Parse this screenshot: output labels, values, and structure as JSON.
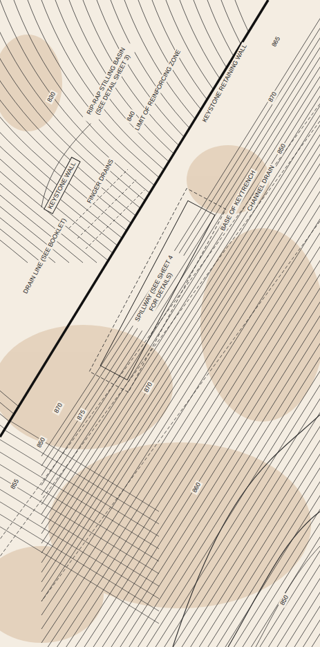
{
  "diagram": {
    "labels": [
      "865",
      "870",
      "850",
      "830",
      "840",
      "RIP-RAP STILLING BASIN (SEE DETAIL SHEET 3)",
      "LIMIT OF REINFORCING ZONE",
      "KEYSTONE RETAINING WALL",
      "KEYSTONE WALL",
      "FINGER DRAINS",
      "BASE OF KEYTRENCH",
      "CHANNEL DRAIN",
      "SPILLWAY (SEE SHEET 4 FOR DETAILS)",
      "DRAIN LINE (SEE BOOKLET)",
      "870",
      "875",
      "850",
      "855",
      "870",
      "860",
      "850"
    ]
  }
}
